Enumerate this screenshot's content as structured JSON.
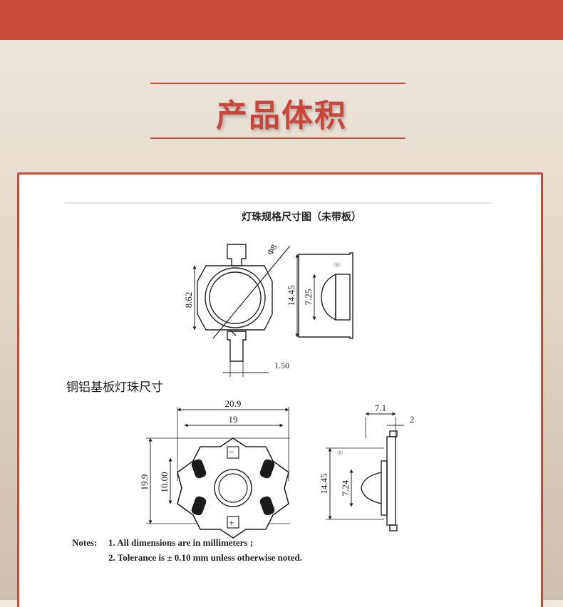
{
  "header": {
    "title": "产品体积"
  },
  "diagram": {
    "emitter_title": "灯珠规格尺寸图（未带板）",
    "star_title": "铜铝基板灯珠尺寸",
    "emitter": {
      "phi": "Φ8",
      "height": "8.62",
      "total": "14.45",
      "lens": "7.25",
      "lead": "1.50"
    },
    "star": {
      "width_outer": "20.9",
      "width_inner": "19",
      "height_outer": "19.9",
      "height_inner": "10.00",
      "side_total": "14.45",
      "side_lens": "7.24",
      "thickness": "7.1",
      "board": "2"
    },
    "watermark": "®",
    "notes": {
      "label": "Notes:",
      "line1": "1. All dimensions are in millimeters ;",
      "line2": "2. Tolerance is ± 0.10 mm unless otherwise noted."
    }
  },
  "colors": {
    "accent": "#c94a3b",
    "background": "#e8e0d4",
    "line": "#222222"
  }
}
